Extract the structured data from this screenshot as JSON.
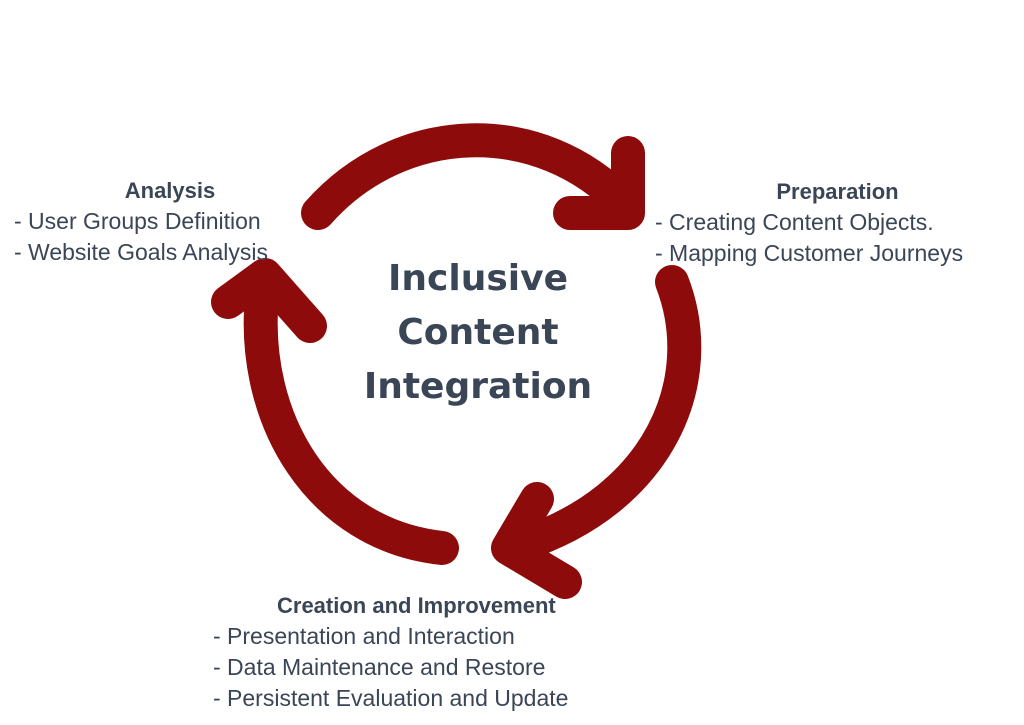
{
  "center": {
    "line1": "Inclusive",
    "line2": "Content",
    "line3": "Integration"
  },
  "stages": {
    "analysis": {
      "title": "Analysis",
      "items": [
        "- User Groups Definition",
        "- Website Goals Analysis"
      ]
    },
    "preparation": {
      "title": "Preparation",
      "items": [
        "- Creating Content Objects.",
        "- Mapping Customer Journeys"
      ]
    },
    "creation": {
      "title": "Creation and Improvement",
      "items": [
        "- Presentation and Interaction",
        "- Data Maintenance and Restore",
        "- Persistent Evaluation and Update"
      ]
    }
  },
  "colors": {
    "arrow": "#8e0b0b",
    "text": "#3a4556"
  }
}
